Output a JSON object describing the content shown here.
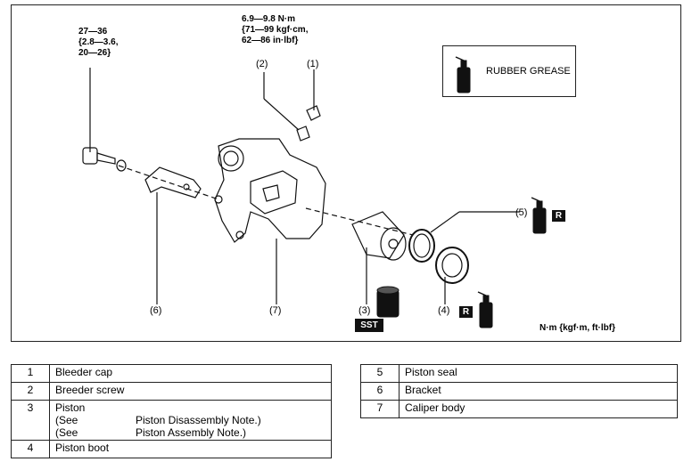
{
  "torque_bolt": [
    "27—36",
    "{2.8—3.6,",
    "20—26}"
  ],
  "torque_screw": [
    "6.9—9.8 N·m",
    "{71—99 kgf·cm,",
    "62—86 in·lbf}"
  ],
  "callouts": {
    "c1": "(1)",
    "c2": "(2)",
    "c3": "(3)",
    "c4": "(4)",
    "c5": "(5)",
    "c6": "(6)",
    "c7": "(7)"
  },
  "legend": {
    "grease_label": "RUBBER GREASE"
  },
  "marks": {
    "r": "R",
    "sst": "SST"
  },
  "units_note": "N·m {kgf·m, ft·lbf}",
  "parts_left": [
    {
      "num": "1",
      "name": "Bleeder cap"
    },
    {
      "num": "2",
      "name": "Breeder screw"
    },
    {
      "num": "3",
      "name": "Piston",
      "notes": [
        {
          "a": "(See",
          "b": "Piston Disassembly Note.)"
        },
        {
          "a": "(See",
          "b": "Piston Assembly Note.)"
        }
      ]
    },
    {
      "num": "4",
      "name": "Piston boot"
    }
  ],
  "parts_right": [
    {
      "num": "5",
      "name": "Piston seal"
    },
    {
      "num": "6",
      "name": "Bracket"
    },
    {
      "num": "7",
      "name": "Caliper body"
    }
  ]
}
